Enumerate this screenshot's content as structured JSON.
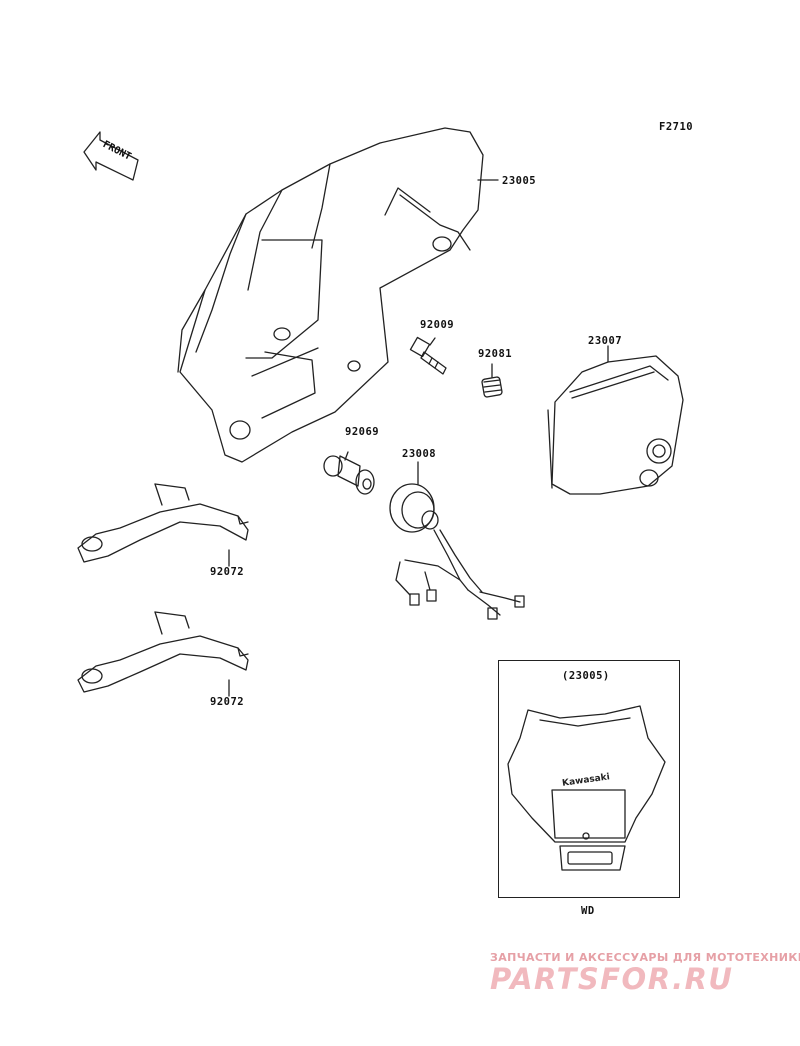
{
  "figure": {
    "code": "F2710"
  },
  "front_arrow": {
    "text": "FRONT"
  },
  "parts": {
    "p23005": "23005",
    "p92009": "92009",
    "p92081": "92081",
    "p23007": "23007",
    "p92069": "92069",
    "p23008": "23008",
    "p92072_a": "92072",
    "p92072_b": "92072"
  },
  "inset": {
    "ref": "(23005)",
    "brand": "Kawasaki",
    "variant": "WD"
  },
  "watermark": {
    "line1": "ЗАПЧАСТИ И АКСЕССУАРЫ ДЛЯ МОТОТЕХНИКИ",
    "line2": "PARTSFOR.RU"
  },
  "colors": {
    "line": "#222222",
    "watermark": "#f1b9be"
  }
}
